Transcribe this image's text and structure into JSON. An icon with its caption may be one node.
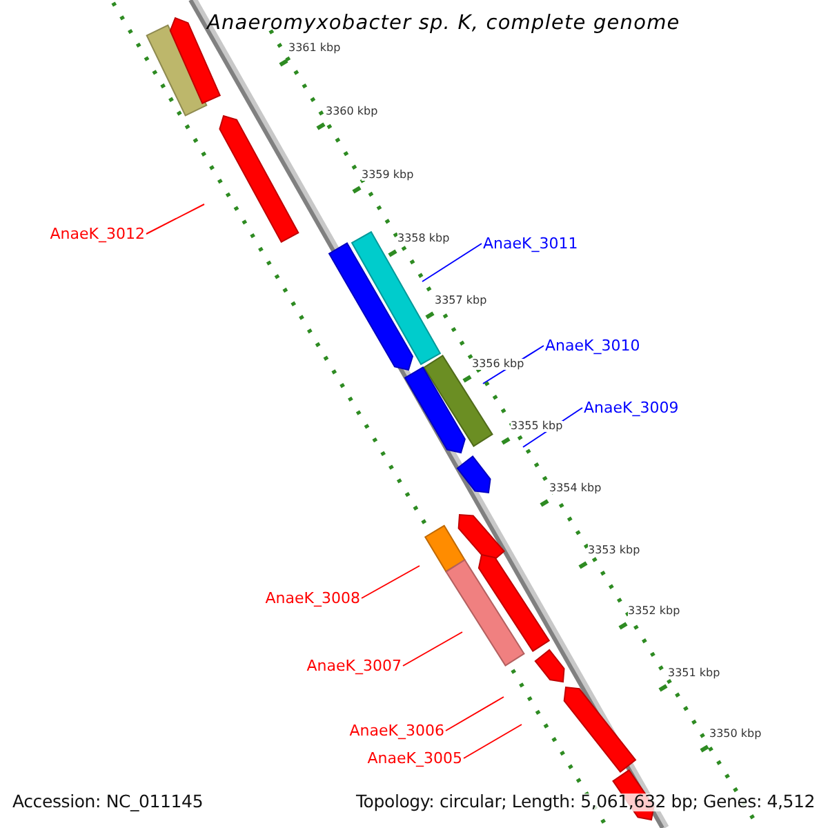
{
  "diagram": {
    "title": "Anaeromyxobacter sp. K, complete genome",
    "nodes": [
      {
        "text": [
          "AnaeK_3012"
        ]
      },
      {
        "text": [
          "AnaeK_3011"
        ]
      },
      {
        "text": [
          "AnaeK_3010"
        ]
      },
      {
        "text": [
          "AnaeK_3009"
        ]
      },
      {
        "text": [
          "AnaeK_3008"
        ]
      },
      {
        "text": [
          "AnaeK_3007"
        ]
      },
      {
        "text": [
          "AnaeK_3006"
        ]
      },
      {
        "text": [
          "AnaeK_3005"
        ]
      }
    ],
    "edges": [
      {
        "from": 0,
        "to": null,
        "arrow": "none"
      },
      {
        "from": 1,
        "to": null,
        "arrow": "none",
        "color": "#0000ff"
      },
      {
        "from": 2,
        "to": null,
        "arrow": "none",
        "color": "#0000ff"
      },
      {
        "from": 3,
        "to": null,
        "arrow": "none",
        "color": "#0000ff"
      },
      {
        "from": 4,
        "to": null,
        "arrow": "none"
      },
      {
        "from": 5,
        "to": null,
        "arrow": "none"
      },
      {
        "from": 6,
        "to": null,
        "arrow": "none"
      },
      {
        "from": 7,
        "to": null,
        "arrow": "none"
      }
    ],
    "labels": [
      "3361 kbp",
      "3360 kbp",
      "3359 kbp",
      "3358 kbp",
      "3357 kbp",
      "3356 kbp",
      "3355 kbp",
      "3354 kbp",
      "3353 kbp",
      "3352 kbp",
      "3351 kbp",
      "3350 kbp",
      "Accession: NC_011145",
      "Topology: circular; Length: 5,061,632 bp; Genes: 4,512"
    ]
  }
}
